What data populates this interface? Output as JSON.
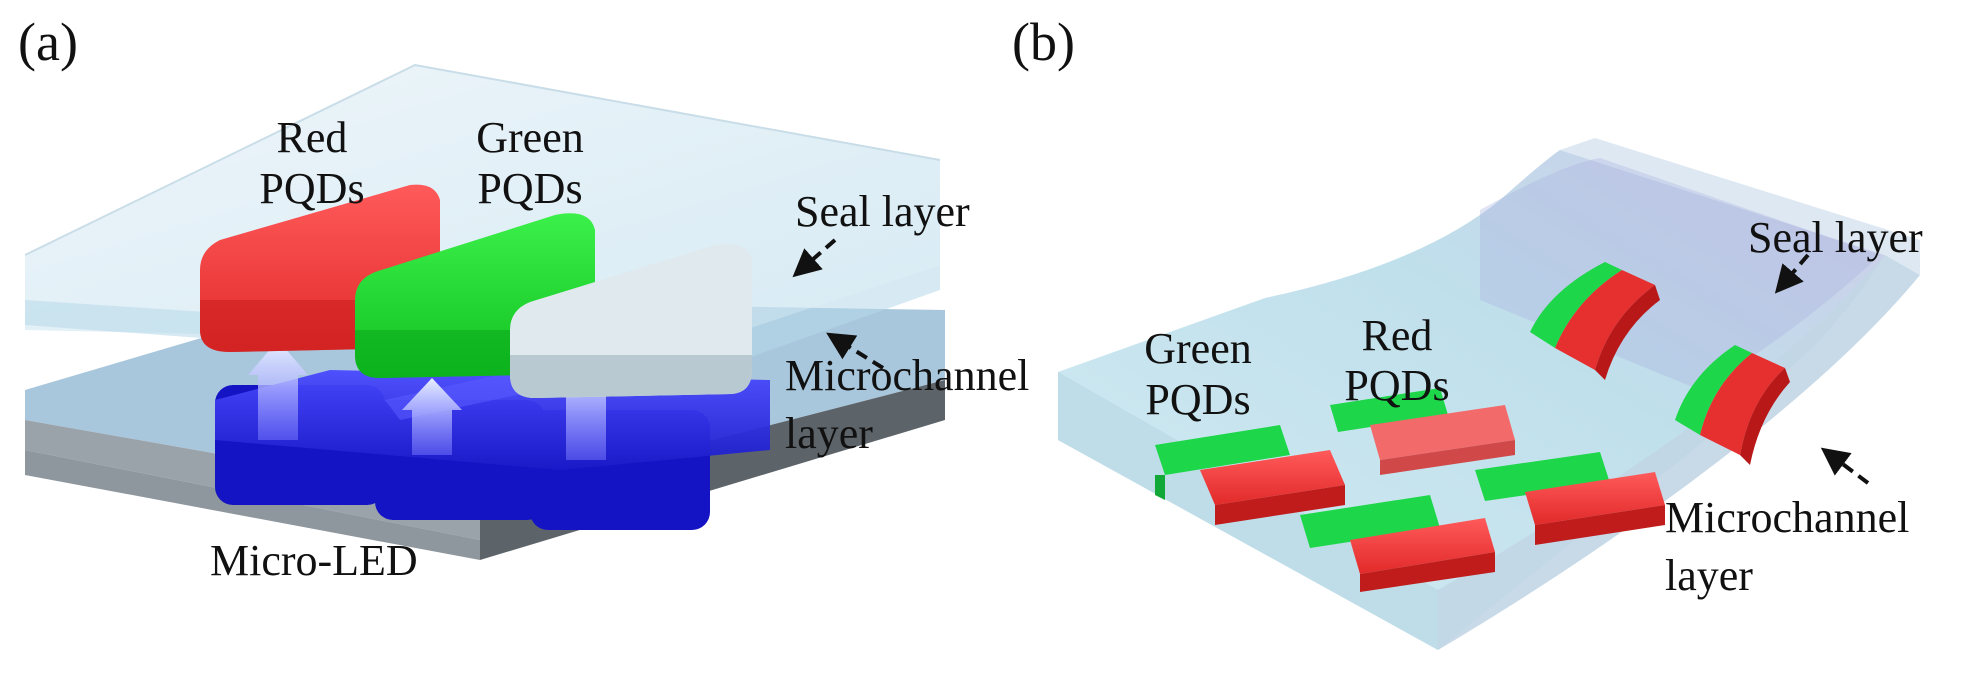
{
  "panel_a": {
    "tag": "(a)",
    "labels": {
      "red": [
        "Red",
        "PQDs"
      ],
      "green": [
        "Green",
        "PQDs"
      ],
      "seal": "Seal layer",
      "microchannel": [
        "Microchannel",
        "layer"
      ],
      "micro_led": "Micro-LED"
    }
  },
  "panel_b": {
    "tag": "(b)",
    "labels": {
      "green": [
        "Green",
        "PQDs"
      ],
      "red": [
        "Red",
        "PQDs"
      ],
      "seal": "Seal layer",
      "microchannel": [
        "Microchannel",
        "layer"
      ]
    }
  },
  "colors": {
    "red_pqd": "#f23a3a",
    "green_pqd": "#19d82e",
    "blue_led": "#1f1fd8",
    "seal_glass": "#cfe6f2",
    "substrate": "#8a9096"
  }
}
